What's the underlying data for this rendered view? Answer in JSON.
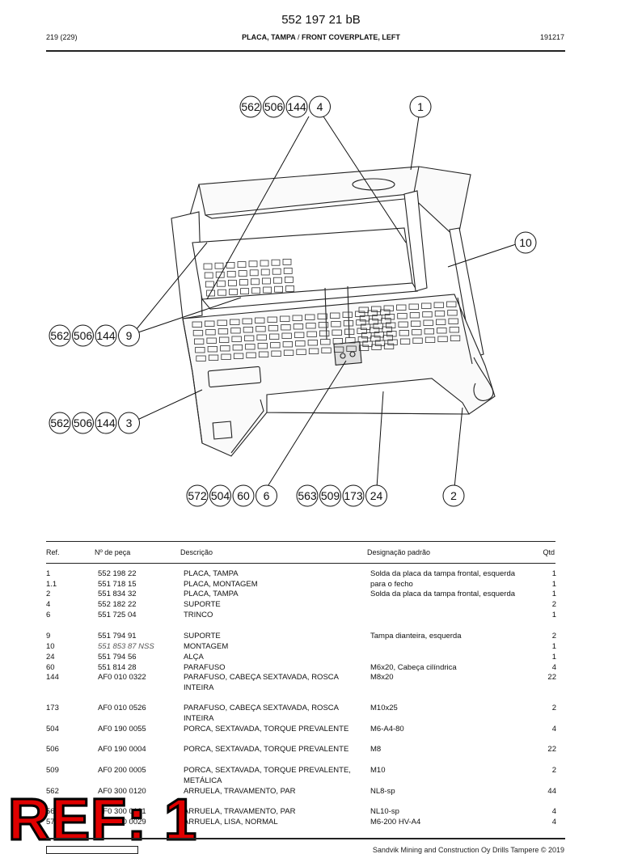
{
  "header": {
    "doc_number": "552 197 21 bB",
    "page": "219 (229)",
    "title_pt": "PLACA, TAMPA",
    "title_sep": "/",
    "title_en": "FRONT COVERPLATE, LEFT",
    "date": "191217"
  },
  "callouts": {
    "c4": [
      "562",
      "506",
      "144",
      "4"
    ],
    "c1": [
      "1"
    ],
    "c10": [
      "10"
    ],
    "c9": [
      "562",
      "506",
      "144",
      "9"
    ],
    "c3": [
      "562",
      "506",
      "144",
      "3"
    ],
    "c6": [
      "572",
      "504",
      "60",
      "6"
    ],
    "c24": [
      "563",
      "509",
      "173",
      "24"
    ],
    "c2": [
      "2"
    ]
  },
  "table": {
    "headers": {
      "ref": "Ref.",
      "part_no": "Nº de peça",
      "description": "Descrição",
      "standard": "Designação padrão",
      "qty": "Qtd"
    },
    "rows": [
      {
        "ref": "1",
        "part_no": "552 198 22",
        "desc": "PLACA, TAMPA",
        "std": "Solda da placa da tampa frontal, esquerda",
        "qty": "1"
      },
      {
        "ref": "1.1",
        "part_no": "551 718 15",
        "desc": "PLACA, MONTAGEM",
        "std": "para o fecho",
        "qty": "1"
      },
      {
        "ref": "2",
        "part_no": "551 834 32",
        "desc": "PLACA, TAMPA",
        "std": "Solda da placa da tampa frontal, esquerda",
        "qty": "1"
      },
      {
        "ref": "4",
        "part_no": "552 182 22",
        "desc": "SUPORTE",
        "std": "",
        "qty": "2"
      },
      {
        "ref": "6",
        "part_no": "551 725 04",
        "desc": "TRINCO",
        "std": "",
        "qty": "1"
      },
      {
        "ref": "9",
        "part_no": "551 794 91",
        "desc": "SUPORTE",
        "std": "Tampa dianteira, esquerda",
        "qty": "2"
      },
      {
        "ref": "10",
        "part_no": "551 853 87 NSS",
        "desc": "MONTAGEM",
        "std": "",
        "qty": "1"
      },
      {
        "ref": "24",
        "part_no": "551 794 56",
        "desc": "ALÇA",
        "std": "",
        "qty": "1"
      },
      {
        "ref": "60",
        "part_no": "551 814 28",
        "desc": "PARAFUSO",
        "std": "M6x20, Cabeça cilíndrica",
        "qty": "4"
      },
      {
        "ref": "144",
        "part_no": "AF0 010 0322",
        "desc": "PARAFUSO, CABEÇA SEXTAVADA, ROSCA INTEIRA",
        "std": "M8x20",
        "qty": "22"
      },
      {
        "ref": "173",
        "part_no": "AF0 010 0526",
        "desc": "PARAFUSO, CABEÇA SEXTAVADA, ROSCA INTEIRA",
        "std": "M10x25",
        "qty": "2"
      },
      {
        "ref": "504",
        "part_no": "AF0 190 0055",
        "desc": "PORCA, SEXTAVADA, TORQUE PREVALENTE",
        "std": "M6-A4-80",
        "qty": "4"
      },
      {
        "ref": "506",
        "part_no": "AF0 190 0004",
        "desc": "PORCA, SEXTAVADA, TORQUE PREVALENTE",
        "std": "M8",
        "qty": "22"
      },
      {
        "ref": "509",
        "part_no": "AF0 200 0005",
        "desc": "PORCA, SEXTAVADA, TORQUE PREVALENTE, METÁLICA",
        "std": "M10",
        "qty": "2"
      },
      {
        "ref": "562",
        "part_no": "AF0 300 0120",
        "desc": "ARRUELA, TRAVAMENTO, PAR",
        "std": "NL8-sp",
        "qty": "44"
      },
      {
        "ref": "563",
        "part_no": "AF0 300 0121",
        "desc": "ARRUELA, TRAVAMENTO, PAR",
        "std": "NL10-sp",
        "qty": "4"
      },
      {
        "ref": "572",
        "part_no": "AF0 330 0029",
        "desc": "ARRUELA, LISA, NORMAL",
        "std": "M6-200 HV-A4",
        "qty": "4"
      }
    ]
  },
  "stamp": "REF: 1",
  "footer": {
    "copyright": "Sandvik Mining and Construction Oy Drills Tampere © 2019"
  }
}
